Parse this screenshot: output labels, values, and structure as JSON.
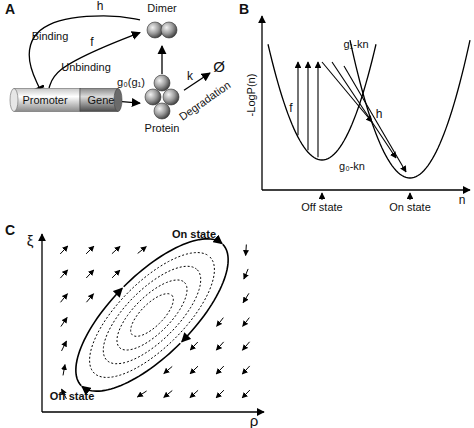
{
  "diagram": {
    "nodes": [
      {
        "text": [
          "Dimer"
        ]
      },
      {
        "text": [
          "Promoter"
        ]
      },
      {
        "text": [
          "Gene"
        ]
      },
      {
        "text": [
          "Protein"
        ]
      },
      {
        "text": [
          "Ø"
        ]
      }
    ],
    "edges": [
      {
        "from": 3,
        "to": 0,
        "arrow": "to"
      },
      {
        "from": 0,
        "to": 1,
        "label": "Binding",
        "arrow": "to"
      },
      {
        "from": 1,
        "to": 0,
        "label": "Unbinding",
        "arrow": "to"
      },
      {
        "from": 2,
        "to": 3,
        "label": "g₀(g₁)",
        "arrow": "to"
      },
      {
        "from": 3,
        "to": 4,
        "label": "Degradation",
        "arrow": "to"
      }
    ],
    "labels": [
      "A",
      "B",
      "C",
      "h",
      "f",
      "k",
      "-LogP(n)",
      "n",
      "g₁-kn",
      "g₀-kn",
      "f",
      "h",
      "Off state",
      "On state",
      "ξ",
      "ρ",
      "On state",
      "Off state"
    ]
  }
}
